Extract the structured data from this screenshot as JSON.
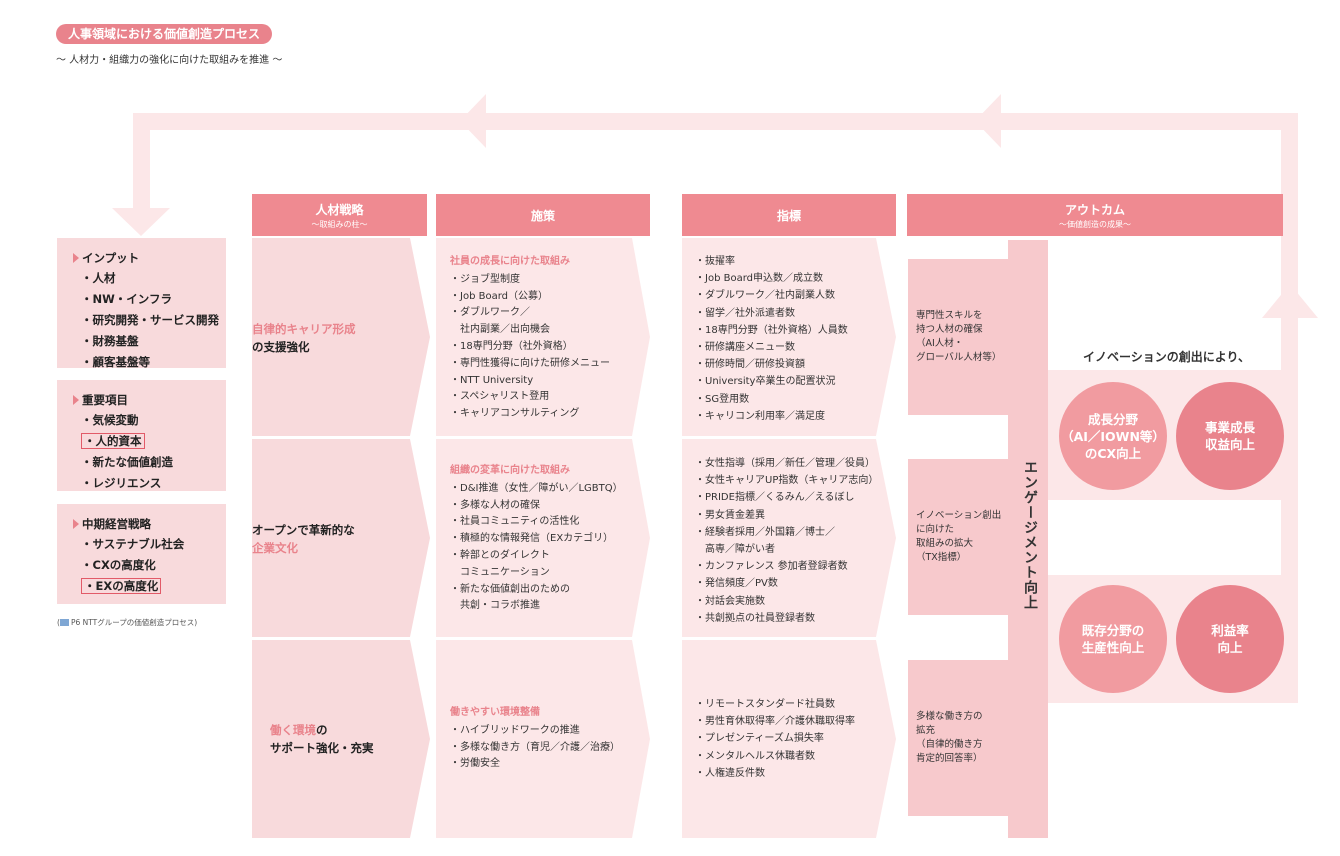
{
  "page": {
    "title": "人事領域における価値創造プロセス",
    "subtitle": "～ 人材力・組織力の強化に向けた取組みを推進 ～"
  },
  "left_panel": {
    "input": {
      "heading": "インプット",
      "items": [
        "・人材",
        "・NW・インフラ",
        "・研究開発・サービス開発",
        "・財務基盤",
        "・顧客基盤等"
      ]
    },
    "important": {
      "heading": "重要項目",
      "items": [
        "・気候変動",
        "・人的資本",
        "・新たな価値創造",
        "・レジリエンス"
      ],
      "highlighted": "・人的資本"
    },
    "midterm": {
      "heading": "中期経営戦略",
      "items": [
        "・サステナブル社会",
        "・CXの高度化",
        "・EXの高度化"
      ],
      "highlighted": "・EXの高度化"
    },
    "reference": "P6 NTTグループの価値創造プロセス)"
  },
  "headers": {
    "strategy": {
      "label": "人材戦略",
      "sub": "～取組みの柱～"
    },
    "measures": {
      "label": "施策"
    },
    "indicators": {
      "label": "指標"
    },
    "outcome": {
      "label": "アウトカム",
      "sub": "～価値創造の成果～"
    }
  },
  "pillars": [
    {
      "accent": "自律的キャリア形成",
      "rest": "の支援強化"
    },
    {
      "rest": "オープンで革新的な",
      "accent": "企業文化"
    },
    {
      "accent": "働く環境",
      "rest": "の",
      "line2": "サポート強化・充実"
    }
  ],
  "measures": [
    {
      "heading": "社員の成長に向けた取組み",
      "items": [
        "・ジョブ型制度",
        "・Job Board（公募）",
        "・ダブルワーク／",
        "　社内副業／出向機会",
        "・18専門分野（社外資格）",
        "・専門性獲得に向けた研修メニュー",
        "・NTT University",
        "・スペシャリスト登用",
        "・キャリアコンサルティング"
      ]
    },
    {
      "heading": "組織の変革に向けた取組み",
      "items": [
        "・D&I推進（女性／障がい／LGBTQ）",
        "・多様な人材の確保",
        "・社員コミュニティの活性化",
        "・積極的な情報発信（EXカテゴリ）",
        "・幹部とのダイレクト",
        "　コミュニケーション",
        "・新たな価値創出のための",
        "　共創・コラボ推進"
      ]
    },
    {
      "heading": "働きやすい環境整備",
      "items": [
        "・ハイブリッドワークの推進",
        "・多様な働き方（育児／介護／治療）",
        "・労働安全"
      ]
    }
  ],
  "indicators": [
    {
      "items": [
        "・抜擢率",
        "・Job Board申込数／成立数",
        "・ダブルワーク／社内副業人数",
        "・留学／社外派遣者数",
        "・18専門分野（社外資格）人員数",
        "・研修講座メニュー数",
        "・研修時間／研修投資額",
        "・University卒業生の配置状況",
        "・SG登用数",
        "・キャリコン利用率／満足度"
      ]
    },
    {
      "items": [
        "・女性指導（採用／新任／管理／役員）",
        "・女性キャリアUP指数（キャリア志向）",
        "・PRIDE指標／くるみん／えるぼし",
        "・男女賃金差異",
        "・経験者採用／外国籍／博士／",
        "　高専／障がい者",
        "・カンファレンス 参加者登録者数",
        "・発信頻度／PV数",
        "・対話会実施数",
        "・共創拠点の社員登録者数"
      ]
    },
    {
      "items": [
        "・リモートスタンダード社員数",
        "・男性育休取得率／介護休職取得率",
        "・プレゼンティーズム損失率",
        "・メンタルヘルス休職者数",
        "・人権違反件数"
      ]
    }
  ],
  "outcomes": [
    {
      "lines": [
        "専門性スキルを",
        "持つ人材の確保",
        "（AI人材・",
        "グローバル人材等）"
      ]
    },
    {
      "lines": [
        "イノベーション創出",
        "に向けた",
        "取組みの拡大",
        "（TX指標）"
      ]
    },
    {
      "lines": [
        "多様な働き方の",
        "拡充",
        "（自律的働き方",
        "肯定的回答率）"
      ]
    }
  ],
  "engagement": "エンゲージメント向上",
  "innovation_text": "イノベーションの創出により、",
  "results": [
    {
      "lines": [
        "成長分野",
        "（AI／IOWN等）",
        "のCX向上"
      ]
    },
    {
      "lines": [
        "事業成長",
        "収益向上"
      ]
    },
    {
      "lines": [
        "既存分野の",
        "生産性向上"
      ]
    },
    {
      "lines": [
        "利益率",
        "向上"
      ]
    }
  ],
  "colors": {
    "primary": "#ef8a91",
    "light": "#fce7e8",
    "mid": "#f8dadc",
    "box": "#f7c9cc",
    "circle_light": "#f19ba0",
    "circle_dark": "#e9838c"
  }
}
